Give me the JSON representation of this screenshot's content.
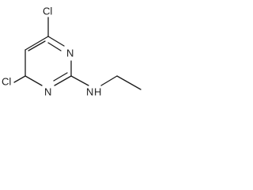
{
  "molecule": {
    "atoms": {
      "cl_top": "Cl",
      "n_ring_top": "N",
      "n_ring_bottom": "N",
      "cl_bottom": "Cl",
      "nh": "N",
      "h": "H"
    },
    "colors": {
      "ink": "#1a1a1a",
      "background": "#ffffff"
    }
  }
}
